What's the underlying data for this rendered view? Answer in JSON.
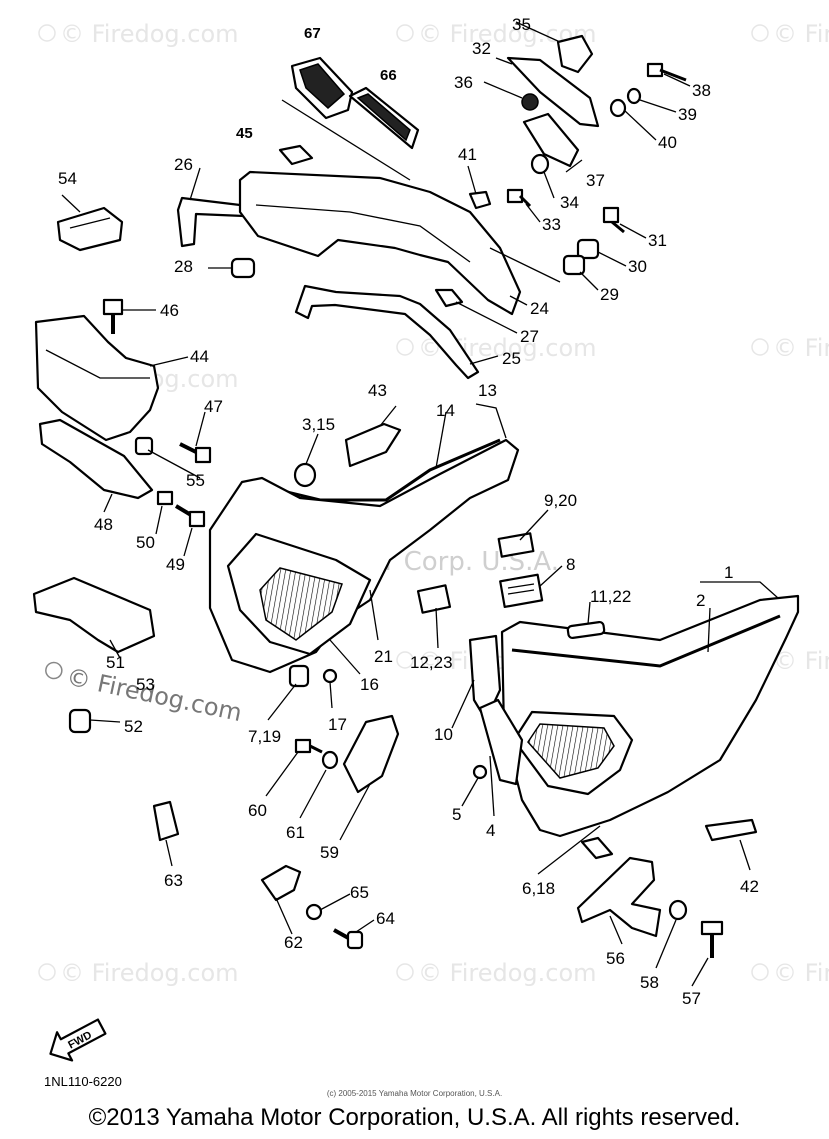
{
  "watermark": "© Firedog.com",
  "watermark_overlay": "Yamaha Motor Corp. U.S.A.",
  "diagram_code": "1NL110-6220",
  "fwd_label": "FWD",
  "small_note": "(c) 2005-2015 Yamaha Motor Corporation, U.S.A.",
  "copyright": "©2013 Yamaha Motor Corporation, U.S.A. All rights reserved.",
  "callouts": {
    "c1": "1",
    "c2": "2",
    "c3_15": "3,15",
    "c4": "4",
    "c5": "5",
    "c6_18": "6,18",
    "c7_19": "7,19",
    "c8": "8",
    "c9_20": "9,20",
    "c10": "10",
    "c11_22": "11,22",
    "c12_23": "12,23",
    "c13": "13",
    "c14": "14",
    "c16": "16",
    "c17": "17",
    "c21": "21",
    "c24": "24",
    "c25": "25",
    "c26": "26",
    "c27": "27",
    "c28": "28",
    "c29": "29",
    "c30": "30",
    "c31": "31",
    "c32": "32",
    "c33": "33",
    "c34": "34",
    "c35": "35",
    "c36": "36",
    "c37": "37",
    "c38": "38",
    "c39": "39",
    "c40": "40",
    "c41": "41",
    "c42": "42",
    "c43": "43",
    "c44": "44",
    "c45": "45",
    "c46": "46",
    "c47": "47",
    "c48": "48",
    "c49": "49",
    "c50": "50",
    "c51": "51",
    "c52": "52",
    "c53": "53",
    "c54": "54",
    "c55": "55",
    "c56": "56",
    "c57": "57",
    "c58": "58",
    "c59": "59",
    "c60": "60",
    "c61": "61",
    "c62": "62",
    "c63": "63",
    "c64": "64",
    "c65": "65",
    "c66": "66",
    "c67": "67"
  }
}
